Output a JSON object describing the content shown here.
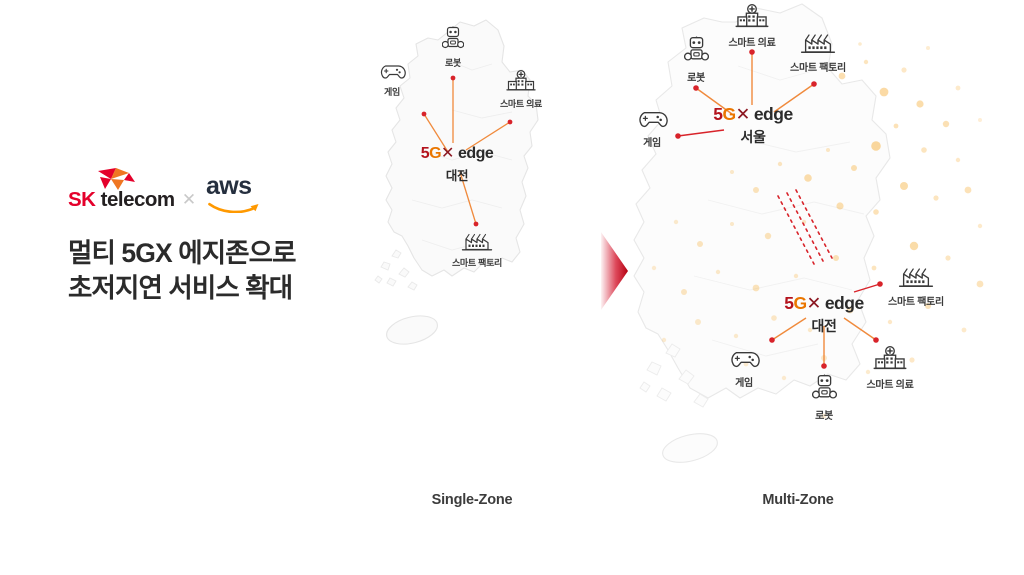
{
  "brand": {
    "sk_logo_name": "SK telecom",
    "sk_prefix": "SK",
    "sk_suffix": " telecom",
    "cross_symbol": "✕",
    "aws_logo_name": "aws",
    "aws_word": "aws"
  },
  "headline": {
    "line1": "멀티 5GX 에지존으로",
    "line2": "초저지연 서비스 확대"
  },
  "colors": {
    "accent_red": "#e4002b",
    "logo_5": "#b4131d",
    "logo_g": "#ea7600",
    "logo_x": "#8c1822",
    "logo_edge": "#2b2b2b",
    "connector_orange": "#f08a3c",
    "connector_red": "#d8232a",
    "particle_orange": "#f5a623",
    "map_outline": "#e3e3e3",
    "map_fill": "#fafafa",
    "text_dark": "#2b2b2b",
    "arrow_red": "#d0021b"
  },
  "panels": [
    {
      "id": "single-zone",
      "caption": "Single-Zone",
      "edge": {
        "logo_5": "5",
        "logo_g": "G",
        "logo_x": "✕",
        "logo_edge": "edge",
        "city": "대전"
      },
      "nodes": [
        {
          "key": "robot",
          "icon": "robot-icon",
          "label": "로봇"
        },
        {
          "key": "game",
          "icon": "gamepad-icon",
          "label": "게임"
        },
        {
          "key": "smart-medical",
          "icon": "hospital-icon",
          "label": "스마트 의료"
        },
        {
          "key": "smart-factory",
          "icon": "factory-icon",
          "label": "스마트 팩토리"
        }
      ]
    },
    {
      "id": "multi-zone",
      "caption": "Multi-Zone",
      "zones": [
        {
          "key": "seoul",
          "edge": {
            "logo_5": "5",
            "logo_g": "G",
            "logo_x": "✕",
            "logo_edge": "edge",
            "city": "서울"
          },
          "nodes": [
            {
              "key": "robot",
              "icon": "robot-icon",
              "label": "로봇"
            },
            {
              "key": "smart-medical",
              "icon": "hospital-icon",
              "label": "스마트 의료"
            },
            {
              "key": "smart-factory",
              "icon": "factory-icon",
              "label": "스마트 팩토리"
            },
            {
              "key": "game",
              "icon": "gamepad-icon",
              "label": "게임"
            }
          ]
        },
        {
          "key": "daejeon",
          "edge": {
            "logo_5": "5",
            "logo_g": "G",
            "logo_x": "✕",
            "logo_edge": "edge",
            "city": "대전"
          },
          "nodes": [
            {
              "key": "smart-factory",
              "icon": "factory-icon",
              "label": "스마트 팩토리"
            },
            {
              "key": "game",
              "icon": "gamepad-icon",
              "label": "게임"
            },
            {
              "key": "robot",
              "icon": "robot-icon",
              "label": "로봇"
            },
            {
              "key": "smart-medical",
              "icon": "hospital-icon",
              "label": "스마트 의료"
            }
          ]
        }
      ]
    }
  ],
  "arrow": {
    "name": "transition-arrow",
    "direction": "right"
  }
}
